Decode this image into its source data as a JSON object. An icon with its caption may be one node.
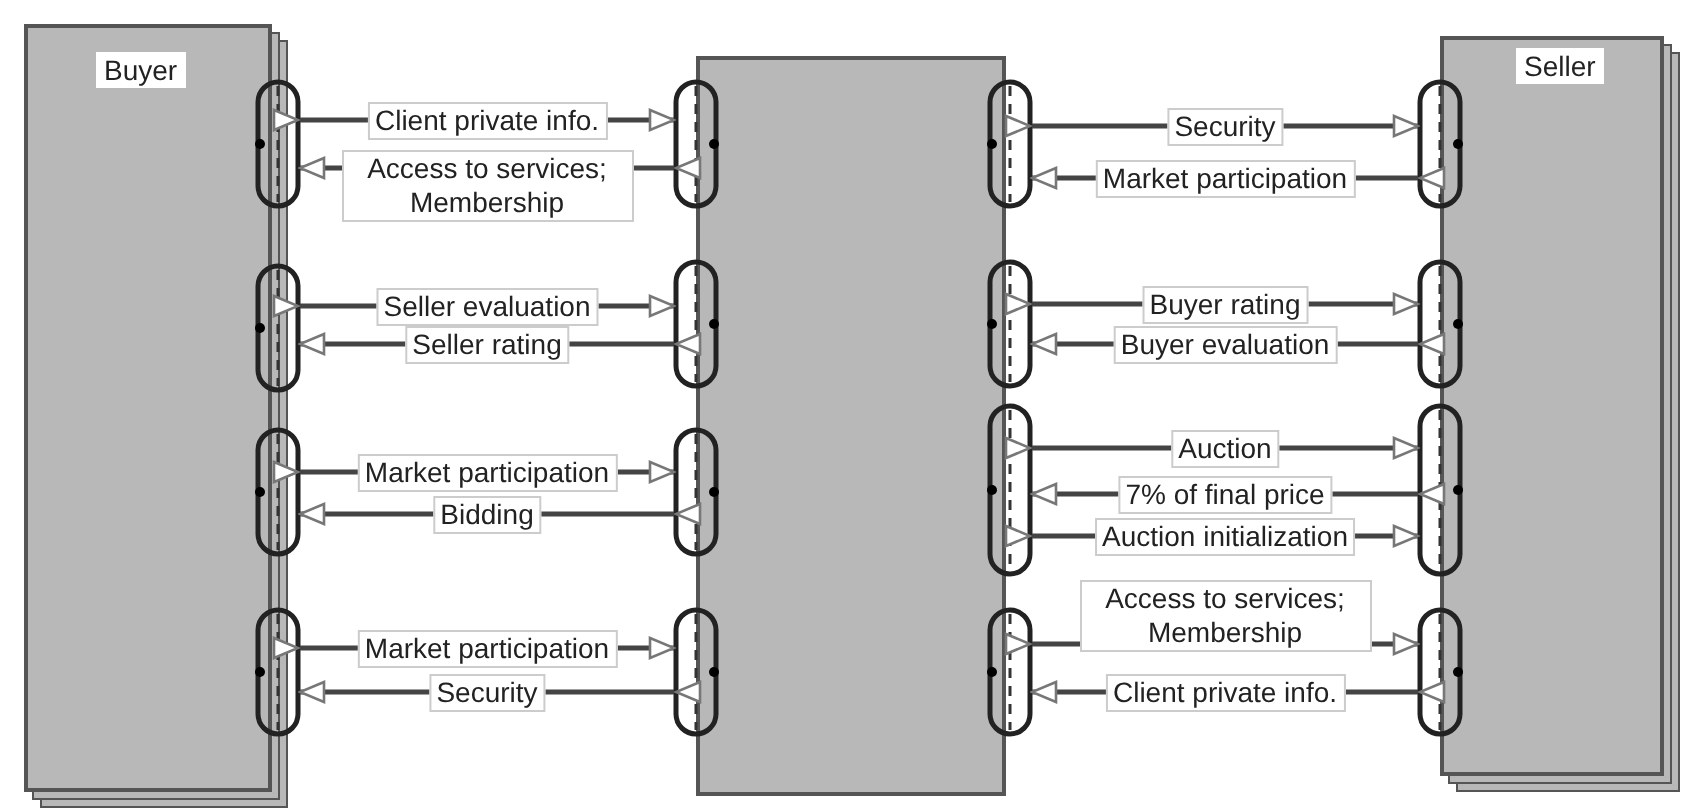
{
  "diagram": {
    "nodes": [
      {
        "text": [
          "Buyer"
        ]
      },
      {
        "text": [],
        "shape": "box"
      },
      {
        "text": [
          "Seller"
        ]
      },
      {
        "text": [],
        "shape": "box"
      },
      {
        "text": [],
        "shape": "box"
      },
      {
        "text": [],
        "shape": "box"
      },
      {
        "text": [],
        "shape": "box"
      },
      {
        "text": [],
        "shape": "box"
      },
      {
        "text": [],
        "shape": "box"
      },
      {
        "text": [],
        "shape": "box"
      },
      {
        "text": [],
        "shape": "box"
      },
      {
        "text": [],
        "shape": "box"
      },
      {
        "text": [],
        "shape": "box"
      },
      {
        "text": [],
        "shape": "box"
      },
      {
        "text": [],
        "shape": "box"
      },
      {
        "text": [],
        "shape": "box"
      },
      {
        "text": [],
        "shape": "box"
      },
      {
        "text": [],
        "shape": "box"
      },
      {
        "text": [],
        "shape": "box"
      }
    ],
    "edges": [
      {
        "from": 3,
        "to": 7,
        "arrow": "to",
        "label": "Client private info."
      },
      {
        "from": 7,
        "to": 3,
        "arrow": "to",
        "label": "Access to services; Membership"
      },
      {
        "from": 4,
        "to": 8,
        "arrow": "to",
        "label": "Seller evaluation"
      },
      {
        "from": 8,
        "to": 4,
        "arrow": "to",
        "label": "Seller rating"
      },
      {
        "from": 5,
        "to": 9,
        "arrow": "to",
        "label": "Market participation"
      },
      {
        "from": 9,
        "to": 5,
        "arrow": "to",
        "label": "Bidding"
      },
      {
        "from": 6,
        "to": 10,
        "arrow": "to",
        "label": "Market participation"
      },
      {
        "from": 10,
        "to": 6,
        "arrow": "to",
        "label": "Security"
      },
      {
        "from": 11,
        "to": 15,
        "arrow": "to",
        "label": "Security"
      },
      {
        "from": 15,
        "to": 11,
        "arrow": "to",
        "label": "Market participation"
      },
      {
        "from": 12,
        "to": 16,
        "arrow": "to",
        "label": "Buyer rating"
      },
      {
        "from": 16,
        "to": 12,
        "arrow": "to",
        "label": "Buyer evaluation"
      },
      {
        "from": 13,
        "to": 17,
        "arrow": "to",
        "label": "Auction"
      },
      {
        "from": 17,
        "to": 13,
        "arrow": "to",
        "label": "7% of final price"
      },
      {
        "from": 13,
        "to": 17,
        "arrow": "to",
        "label": "Auction initialization"
      },
      {
        "from": 14,
        "to": 18,
        "arrow": "to",
        "label": "Access to services; Membership"
      },
      {
        "from": 18,
        "to": 14,
        "arrow": "to",
        "label": "Client private info."
      }
    ]
  }
}
